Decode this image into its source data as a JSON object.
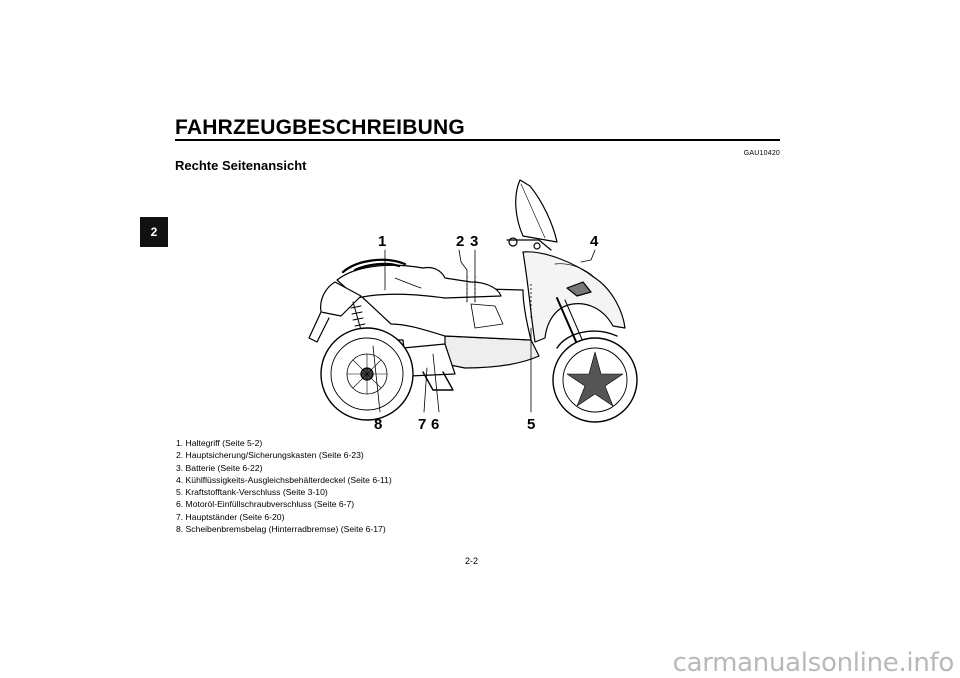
{
  "page": {
    "section_title": "FAHRZEUGBESCHREIBUNG",
    "chapter_tab": "2",
    "doc_code": "GAU10420",
    "subheading": "Rechte Seitenansicht",
    "page_number": "2-2",
    "watermark": "carmanualsonline.info"
  },
  "figure": {
    "callouts": [
      "1",
      "2",
      "3",
      "4",
      "5",
      "6",
      "7",
      "8"
    ]
  },
  "legend": [
    "1. Haltegriff (Seite 5-2)",
    "2. Hauptsicherung/Sicherungskasten (Seite 6-23)",
    "3. Batterie (Seite 6-22)",
    "4. Kühlflüssigkeits-Ausgleichsbehälterdeckel (Seite 6-11)",
    "5. Kraftstofftank-Verschluss (Seite 3-10)",
    "6. Motoröl-Einfüllschraubverschluss (Seite 6-7)",
    "7. Hauptständer (Seite 6-20)",
    "8. Scheibenbremsbelag (Hinterradbremse) (Seite 6-17)"
  ]
}
